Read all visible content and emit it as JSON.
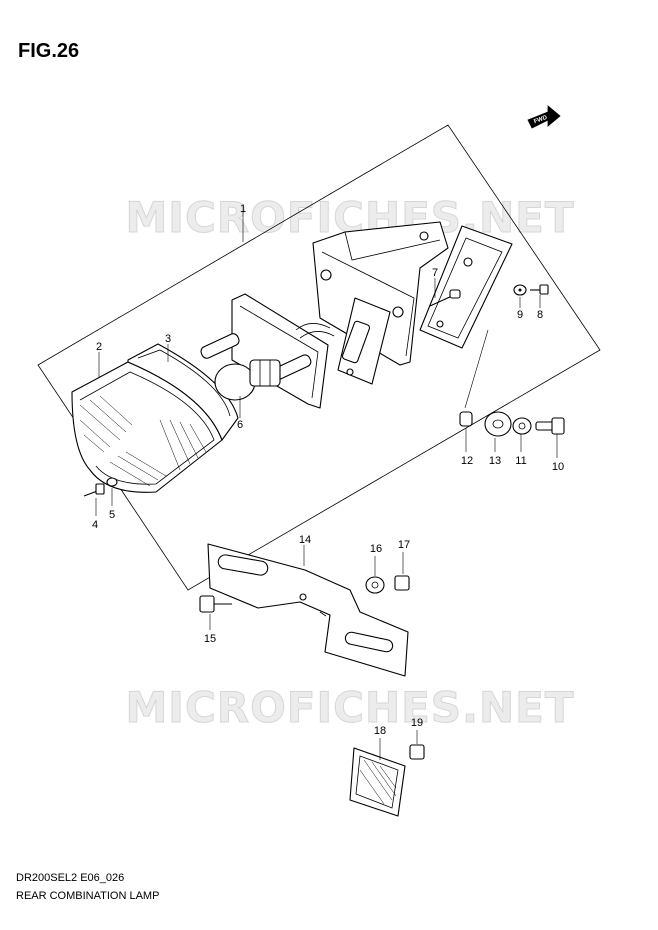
{
  "figure_label": "FIG.26",
  "watermark": "MICROFICHES.NET",
  "fwd_label": "FWD",
  "footer": {
    "code": "DR200SEL2 E06_026",
    "name": "REAR COMBINATION LAMP"
  },
  "callouts": [
    "1",
    "2",
    "3",
    "4",
    "5",
    "6",
    "7",
    "8",
    "9",
    "10",
    "11",
    "12",
    "13",
    "14",
    "15",
    "16",
    "17",
    "18",
    "19"
  ]
}
